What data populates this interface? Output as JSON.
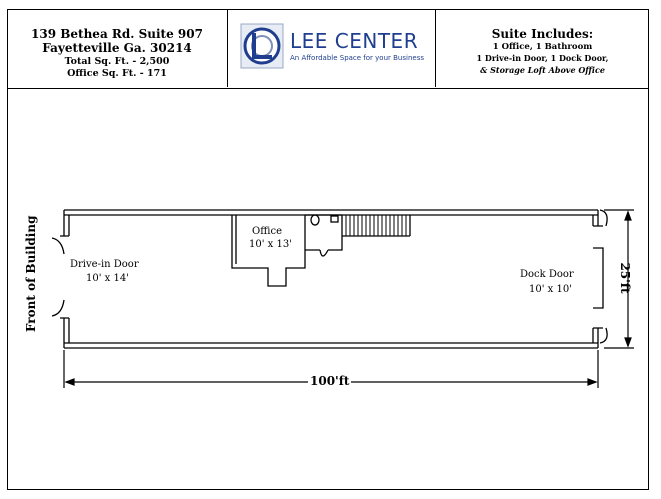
{
  "header": {
    "address": {
      "line1": "139 Bethea Rd. Suite 907",
      "line2": "Fayetteville Ga. 30214",
      "line3": "Total Sq. Ft. - 2,500",
      "line4": "Office Sq. Ft. - 171"
    },
    "logo": {
      "brand": "LEE CENTER",
      "tagline": "An Affordable Space for your Business"
    },
    "includes": {
      "title": "Suite Includes:",
      "line1": "1 Office, 1 Bathroom",
      "line2": "1 Drive-in Door, 1 Dock Door,",
      "line3": "& Storage Loft Above Office"
    }
  },
  "plan": {
    "front_label": "Front of Building",
    "drive_in_title": "Drive-in Door",
    "drive_in_size": "10' x 14'",
    "office_title": "Office",
    "office_size": "10' x 13'",
    "dock_title": "Dock Door",
    "dock_size": "10' x 10'",
    "width_dim": "25'ft",
    "length_dim": "100'ft"
  },
  "colors": {
    "logo_blue": "#1f3e8f",
    "line": "#000000"
  }
}
